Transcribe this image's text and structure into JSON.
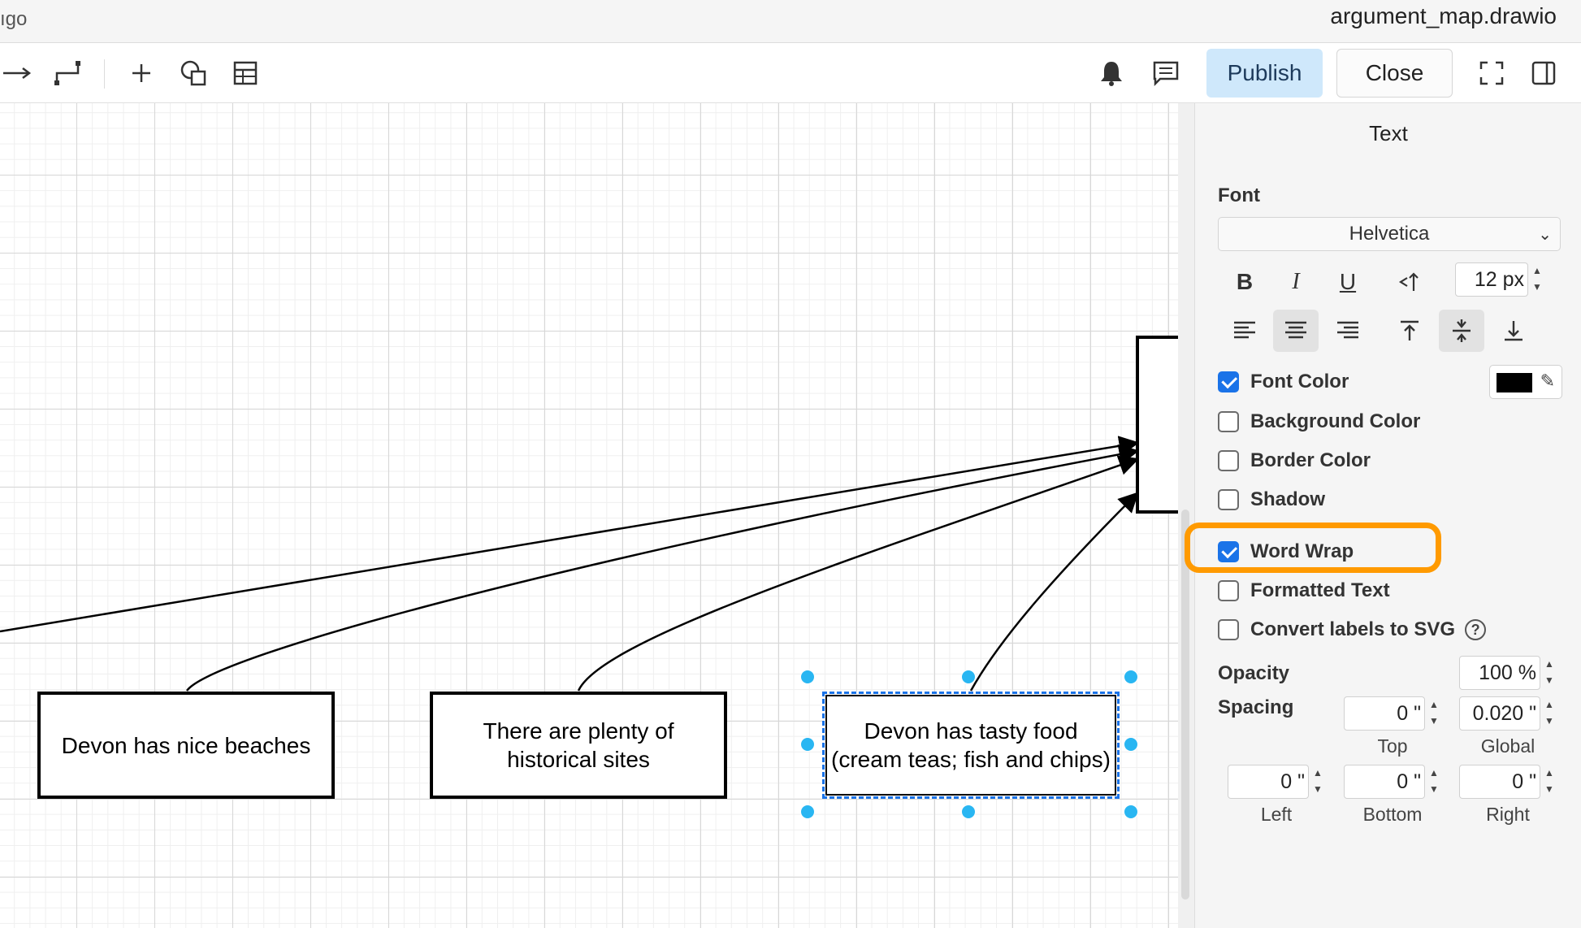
{
  "titlebar": {
    "app_fragment": "ıgo",
    "filename": "argument_map.drawio"
  },
  "toolbar": {
    "publish_label": "Publish",
    "close_label": "Close"
  },
  "canvas": {
    "nodes": [
      {
        "text": "Devon has nice beaches"
      },
      {
        "text": "There are plenty of historical sites"
      },
      {
        "text": "Devon has tasty food (cream teas; fish and chips)"
      }
    ]
  },
  "panel": {
    "tab": "Text",
    "font": {
      "section_label": "Font",
      "family": "Helvetica",
      "size": "12 px",
      "bold_glyph": "B",
      "italic_glyph": "I",
      "underline_glyph": "U"
    },
    "options": [
      {
        "label": "Font Color",
        "checked": true
      },
      {
        "label": "Background Color",
        "checked": false
      },
      {
        "label": "Border Color",
        "checked": false
      },
      {
        "label": "Shadow",
        "checked": false
      },
      {
        "label": "Word Wrap",
        "checked": true
      },
      {
        "label": "Formatted Text",
        "checked": false
      },
      {
        "label": "Convert labels to SVG",
        "checked": false
      }
    ],
    "font_color": "#000000",
    "opacity": {
      "label": "Opacity",
      "value": "100 %"
    },
    "spacing": {
      "label": "Spacing",
      "top": {
        "value": "0 \"",
        "label": "Top"
      },
      "global": {
        "value": "0.020 \"",
        "label": "Global"
      },
      "left": {
        "value": "0 \"",
        "label": "Left"
      },
      "bottom": {
        "value": "0 \"",
        "label": "Bottom"
      },
      "right": {
        "value": "0 \"",
        "label": "Right"
      }
    },
    "highlight_color": "#ff9a00"
  }
}
